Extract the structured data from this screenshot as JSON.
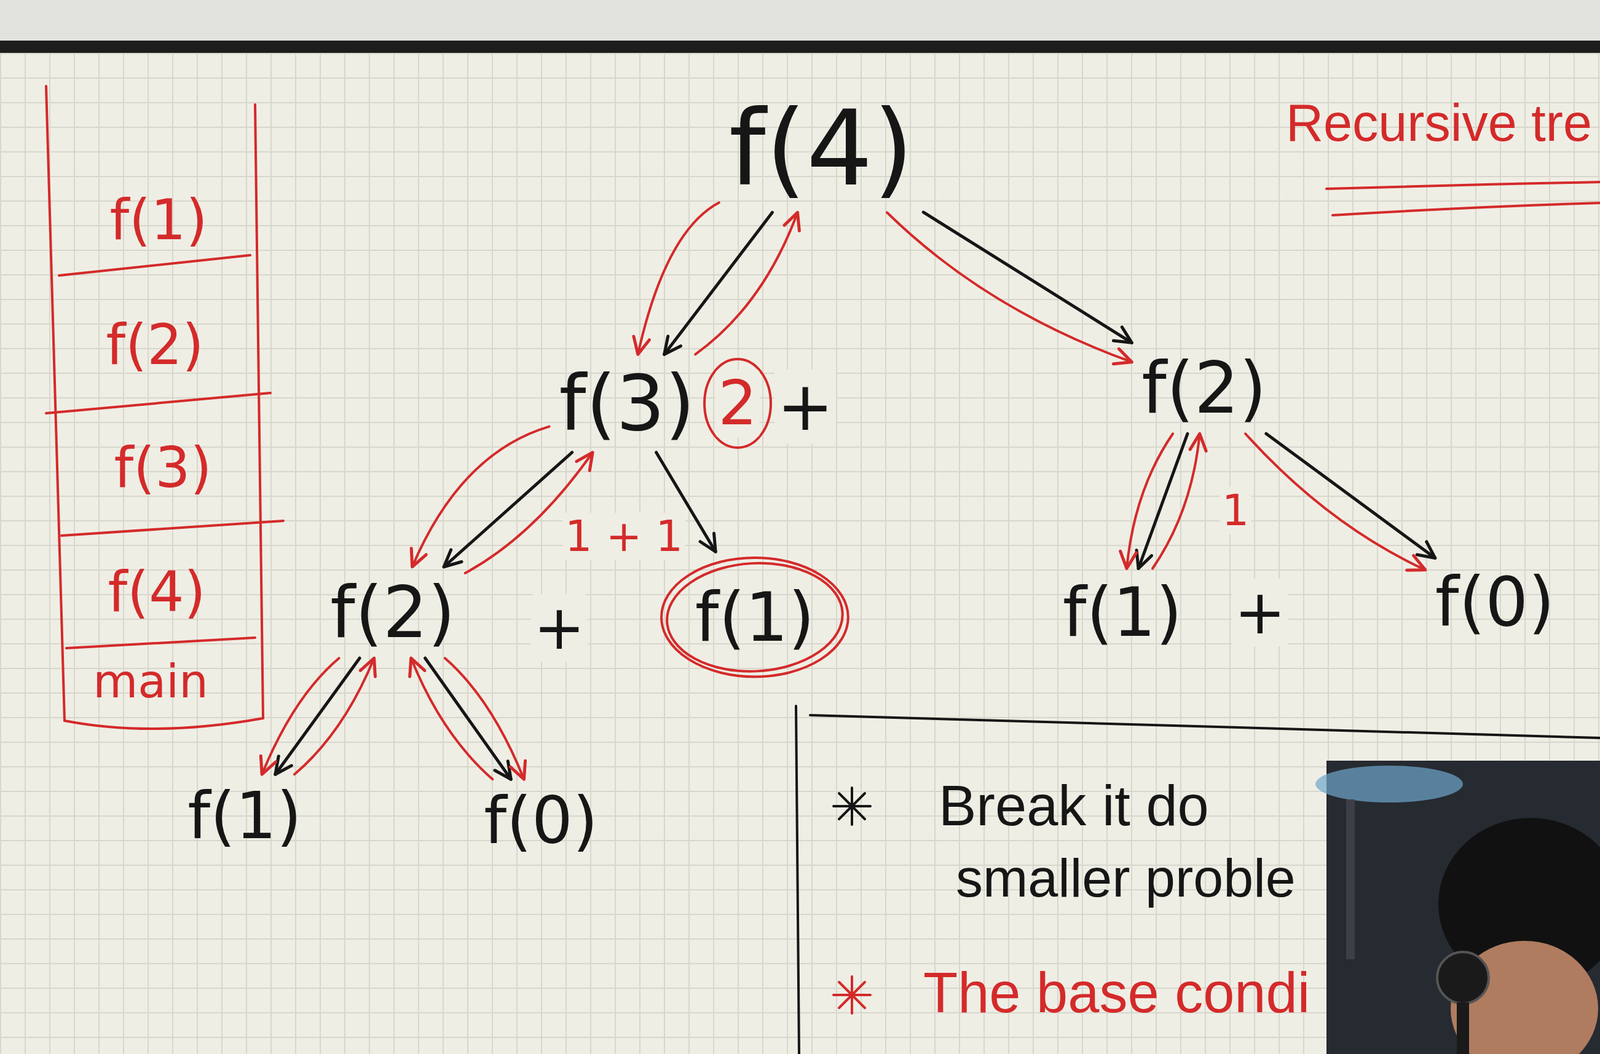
{
  "diagram": {
    "nodes": [
      {
        "text": [
          "f(1)"
        ]
      },
      {
        "text": [
          "f(2)"
        ]
      },
      {
        "text": [
          "f(3)"
        ]
      },
      {
        "text": [
          "f(4)"
        ]
      },
      {
        "text": [
          "main"
        ]
      },
      {
        "text": [
          "f(4)"
        ]
      },
      {
        "text": [
          "f(3)"
        ]
      },
      {
        "text": [
          "f(2)"
        ]
      },
      {
        "text": [
          "f(2)"
        ]
      },
      {
        "text": [
          "f(1)"
        ]
      },
      {
        "text": [
          "f(1)"
        ]
      },
      {
        "text": [
          "f(0)"
        ]
      },
      {
        "text": [
          "f(1)"
        ]
      },
      {
        "text": [
          "f(0)"
        ]
      }
    ],
    "edges": [
      {
        "from": 5,
        "to": 6,
        "arrow": "to"
      },
      {
        "from": 5,
        "to": 7,
        "arrow": "to"
      },
      {
        "from": 6,
        "to": 8,
        "arrow": "to"
      },
      {
        "from": 6,
        "to": 9,
        "arrow": "to"
      },
      {
        "from": 8,
        "to": 12,
        "arrow": "to"
      },
      {
        "from": 8,
        "to": 13,
        "arrow": "to"
      },
      {
        "from": 7,
        "to": 10,
        "arrow": "to"
      },
      {
        "from": 7,
        "to": 11,
        "arrow": "to"
      },
      {
        "from": 5,
        "to": 6,
        "arrow": "to"
      },
      {
        "from": 6,
        "to": 5,
        "arrow": "to"
      },
      {
        "from": 5,
        "to": 7,
        "arrow": "to"
      },
      {
        "from": 6,
        "to": 8,
        "arrow": "to"
      },
      {
        "from": 8,
        "to": 6,
        "arrow": "to"
      },
      {
        "from": 8,
        "to": 12,
        "arrow": "to"
      },
      {
        "from": 12,
        "to": 8,
        "arrow": "to"
      },
      {
        "from": 8,
        "to": 13,
        "arrow": "to"
      },
      {
        "from": 13,
        "to": 8,
        "arrow": "to"
      },
      {
        "from": 7,
        "to": 10,
        "arrow": "to"
      },
      {
        "from": 10,
        "to": 7,
        "arrow": "to"
      },
      {
        "from": 7,
        "to": 11,
        "arrow": "to"
      }
    ],
    "labels": [
      "Recursive tre",
      "+",
      "2",
      "1 + 1",
      "+",
      "1",
      "+",
      "Break it do",
      "smaller proble",
      "The base condi"
    ]
  }
}
